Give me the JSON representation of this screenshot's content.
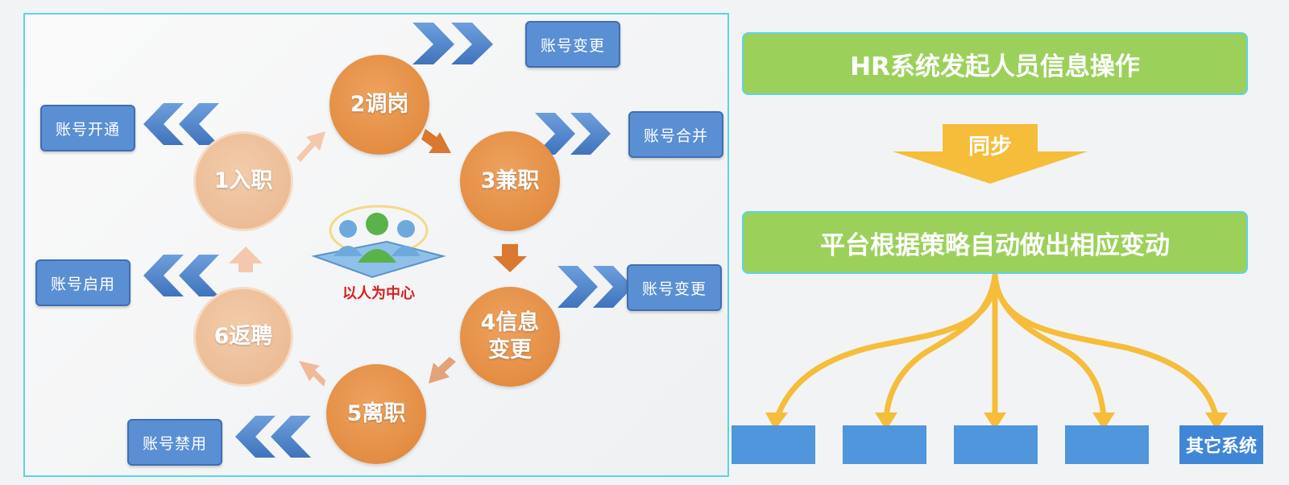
{
  "diagram": {
    "center_label": "以人为中心",
    "lifecycle": [
      {
        "id": "onboard",
        "label": "1入职"
      },
      {
        "id": "transfer",
        "label": "2调岗"
      },
      {
        "id": "parttime",
        "label": "3兼职"
      },
      {
        "id": "infochange_line1",
        "label": "4信息"
      },
      {
        "id": "infochange_line2",
        "label": "变更"
      },
      {
        "id": "leave",
        "label": "5离职"
      },
      {
        "id": "rehire",
        "label": "6返聘"
      }
    ],
    "account_actions": [
      {
        "id": "change_top",
        "label": "账号变更"
      },
      {
        "id": "open",
        "label": "账号开通"
      },
      {
        "id": "merge",
        "label": "账号合并"
      },
      {
        "id": "enable",
        "label": "账号启用"
      },
      {
        "id": "change_right",
        "label": "账号变更"
      },
      {
        "id": "disable",
        "label": "账号禁用"
      }
    ],
    "flow": {
      "step1": "HR系统发起人员信息操作",
      "sync": "同步",
      "step2": "平台根据策略自动做出相应变动",
      "other_systems": "其它系统"
    },
    "colors": {
      "dark_orange": "#e18d45",
      "light_orange": "#efc19d",
      "account_blue": "#5b8fd3",
      "green": "#9bd15b",
      "yellow": "#f5bd3a",
      "cyan_border": "#5fd3e3"
    }
  }
}
